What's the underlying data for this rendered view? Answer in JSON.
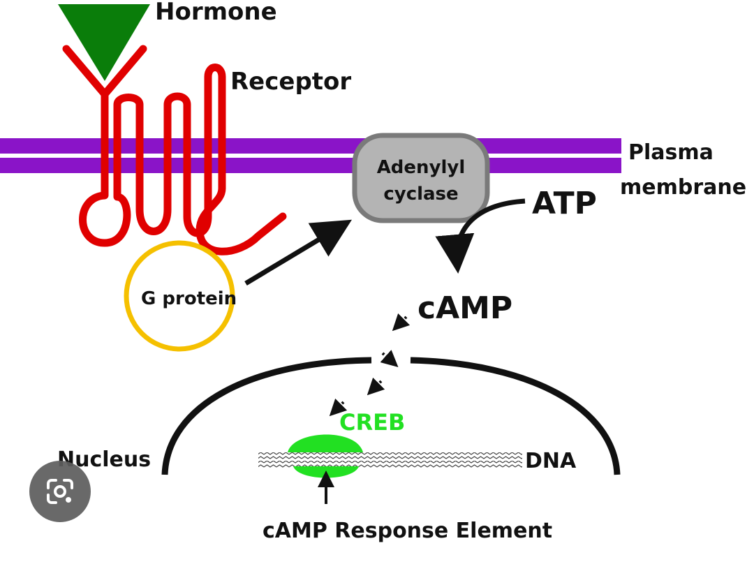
{
  "labels": {
    "hormone": "Hormone",
    "receptor": "Receptor",
    "plasma_membrane_1": "Plasma",
    "plasma_membrane_2": "membrane",
    "adenylyl_cyclase_1": "Adenylyl",
    "adenylyl_cyclase_2": "cyclase",
    "atp": "ATP",
    "camp": "cAMP",
    "g_protein": "G protein",
    "creb": "CREB",
    "nucleus": "Nucleus",
    "dna": "DNA",
    "camp_response_element": "cAMP Response Element"
  },
  "colors": {
    "hormone": "#0a7d0a",
    "receptor": "#e00000",
    "membrane": "#8a14c8",
    "adenylyl_cyclase_fill": "#b4b4b4",
    "adenylyl_cyclase_border": "#7a7a7a",
    "g_protein": "#f5c000",
    "creb": "#22e022",
    "arrows": "#111111"
  },
  "icons": {
    "lens_button": "lens-camera-icon"
  }
}
